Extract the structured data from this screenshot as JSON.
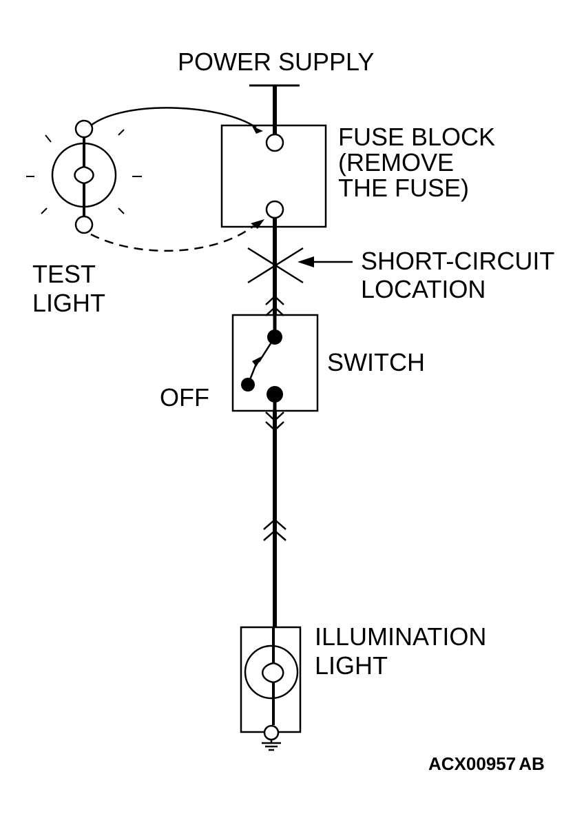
{
  "labels": {
    "power_supply": "POWER SUPPLY",
    "fuse_block": [
      "FUSE BLOCK",
      "(REMOVE",
      "THE FUSE)"
    ],
    "test_light": [
      "TEST",
      "LIGHT"
    ],
    "short_circuit": [
      "SHORT-CIRCUIT",
      "LOCATION"
    ],
    "switch": "SWITCH",
    "switch_state": "OFF",
    "illumination_light": [
      "ILLUMINATION",
      "LIGHT"
    ],
    "figure_code": "ACX00957",
    "figure_code_suffix": "AB"
  },
  "colors": {
    "ink": "#000000",
    "background": "#ffffff"
  }
}
